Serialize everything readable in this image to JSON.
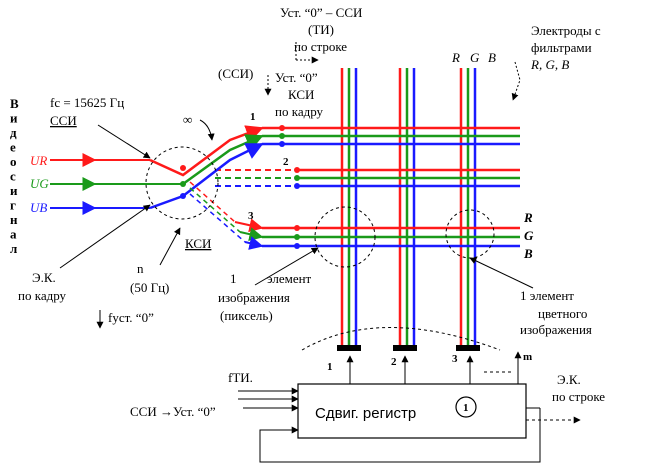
{
  "colors": {
    "red": "#ff1a1a",
    "green": "#1a9a1a",
    "blue": "#1a1aff",
    "black": "#000000"
  },
  "left_vertical_label": "Видеосигнал",
  "fc_label": "fс = 15625 Гц",
  "ssi_left": "ССИ",
  "inputs": [
    "UR",
    "UG",
    "UB"
  ],
  "ek_left": [
    "Э.К.",
    "по кадру"
  ],
  "n_label": [
    "n",
    "(50 Гц)"
  ],
  "ust_bottom": "fуст. “0”",
  "ksi_label": "КСИ",
  "infinity": "∞",
  "top_center": [
    "Уст. “0” – ССИ",
    "(ТИ)",
    "по строке"
  ],
  "ssi_top": "(ССИ)",
  "ust_ksi": [
    "Уст. “0”",
    "КСИ",
    "по кадру"
  ],
  "electrodes": [
    "Электроды  с",
    "фильтрами",
    "R, G, B"
  ],
  "rgb_top": [
    "R",
    "G",
    "B"
  ],
  "line_numbers": [
    "1",
    "2",
    "3"
  ],
  "rgb_right": [
    "R",
    "G",
    "B"
  ],
  "element_label": [
    "1",
    "элемент",
    "изображения",
    "(пиксель)"
  ],
  "color_element_label": [
    "1 элемент",
    "цветного",
    "изображения"
  ],
  "register_numbers": [
    "1",
    "2",
    "3",
    "m"
  ],
  "shift_register": "Сдвиг. регистр",
  "register_circle_num": "1",
  "fti": "fТИ.",
  "ssi_ust": "ССИ →Уст. “0”",
  "ek_right": [
    "Э.К.",
    "по строке"
  ]
}
